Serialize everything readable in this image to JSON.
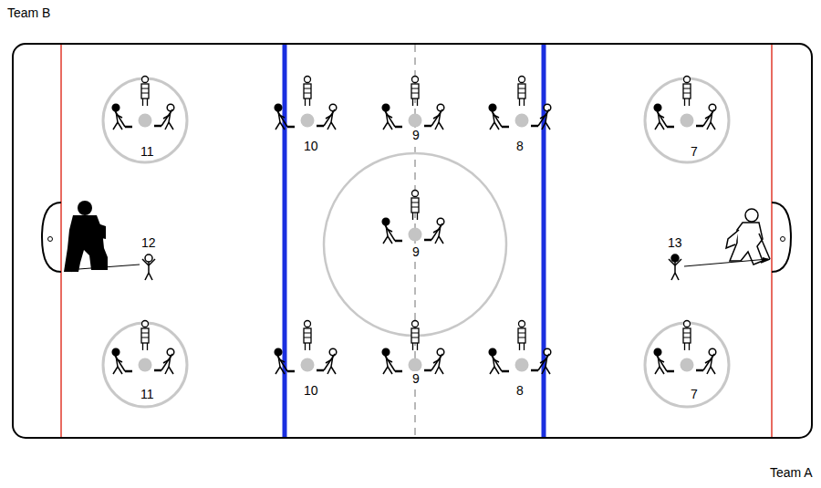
{
  "diagram": {
    "labels": [
      "Team B",
      "11",
      "10",
      "9",
      "8",
      "7",
      "12",
      "9",
      "13",
      "11",
      "10",
      "9",
      "8",
      "7",
      "Team A"
    ]
  }
}
